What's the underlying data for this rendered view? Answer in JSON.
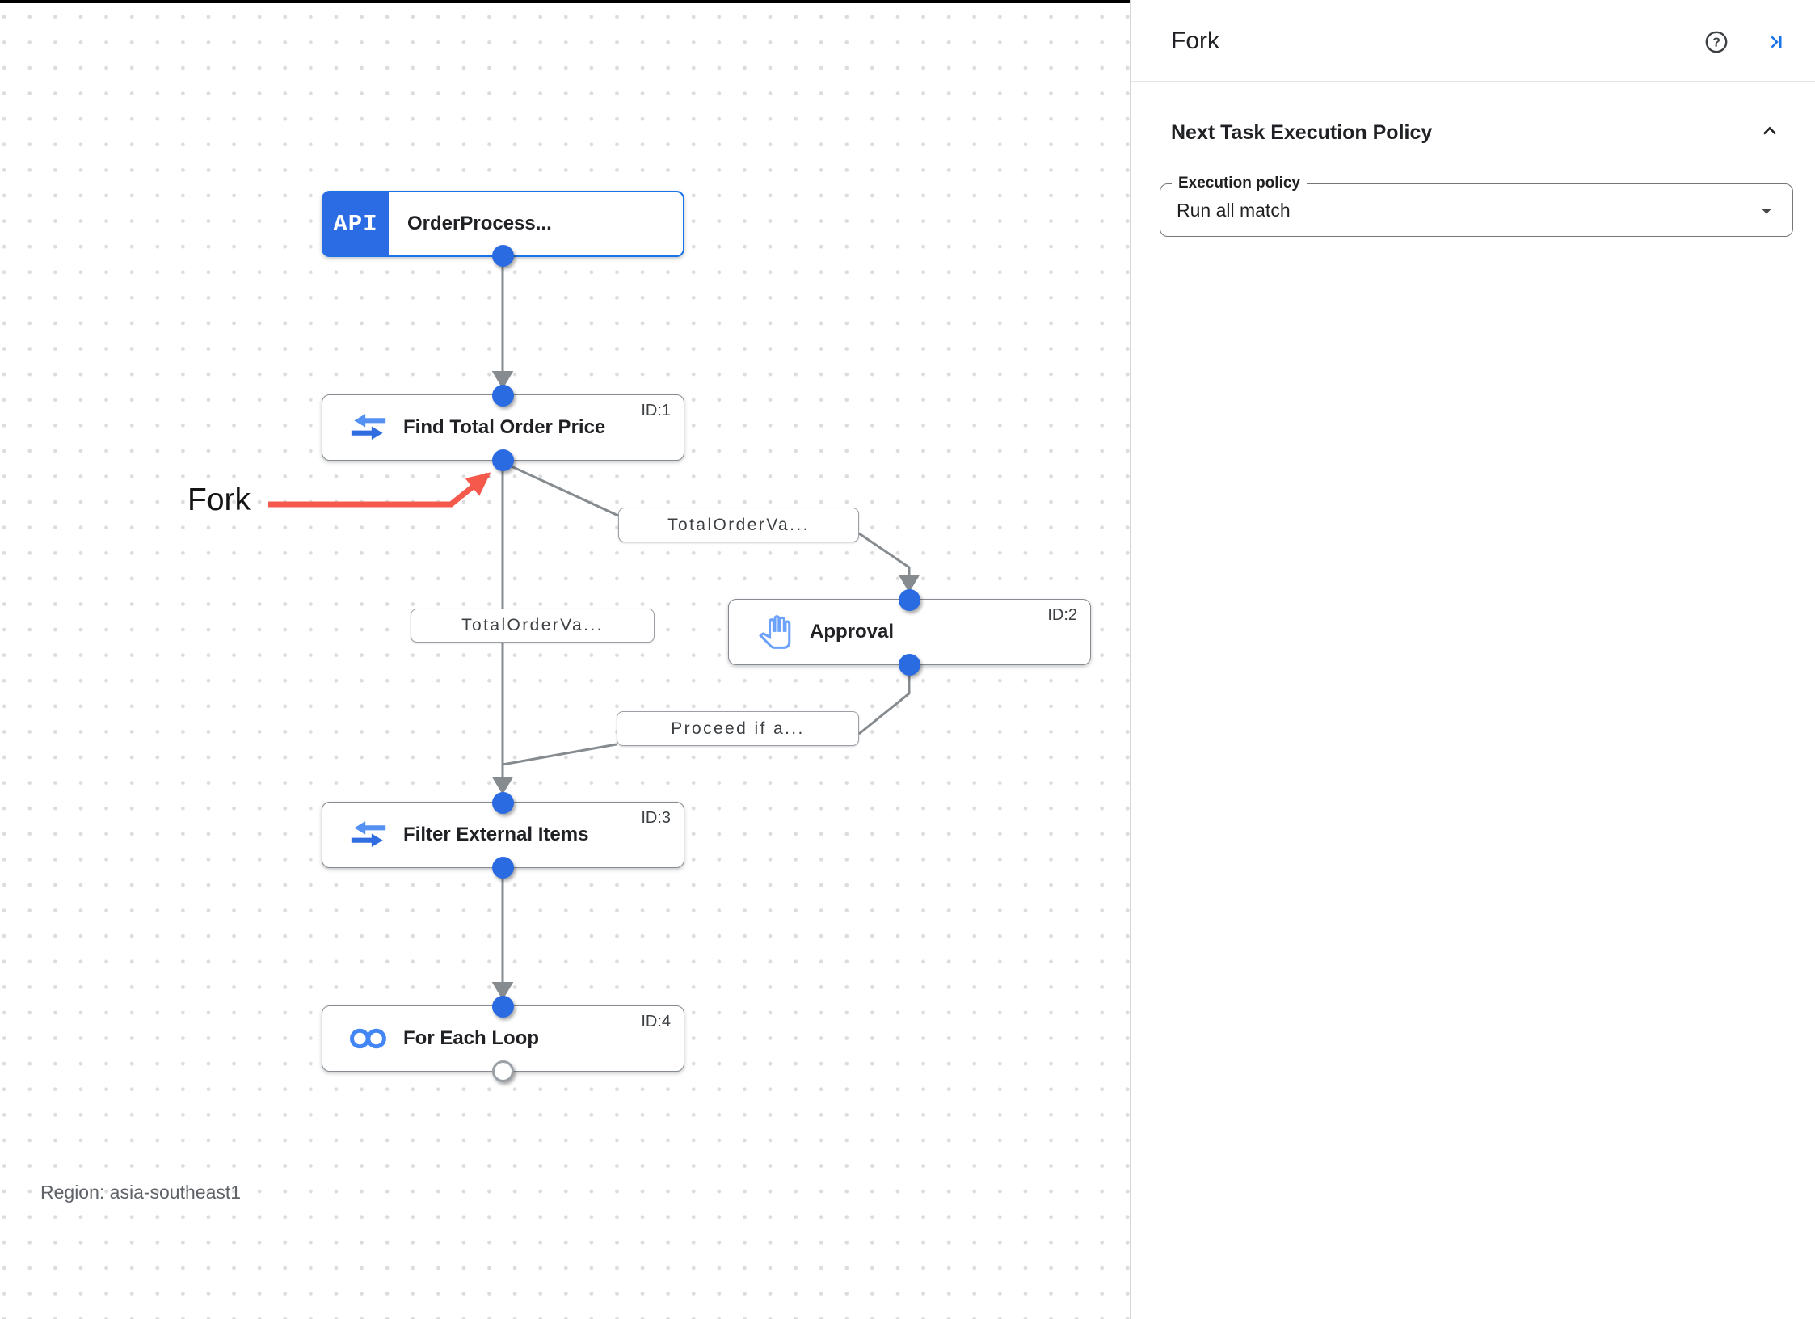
{
  "panel": {
    "title": "Fork",
    "help_icon": "help-circle",
    "collapse_icon": "keyboard-tab",
    "section": {
      "heading": "Next Task Execution Policy",
      "collapse_icon": "chevron-up",
      "execution_policy": {
        "label": "Execution policy",
        "value": "Run all match",
        "caret_icon": "arrow-drop-down"
      }
    }
  },
  "canvas": {
    "region_label": "Region: asia-southeast1",
    "annotation": {
      "label": "Fork"
    },
    "nodes": [
      {
        "key": "order-process",
        "badge": "API",
        "title": "OrderProcess...",
        "id": ""
      },
      {
        "key": "find-total-order-price",
        "icon": "data-mapping",
        "title": "Find Total Order Price",
        "id": "ID:1"
      },
      {
        "key": "approval",
        "icon": "pan-tool-hand",
        "title": "Approval",
        "id": "ID:2"
      },
      {
        "key": "filter-external-items",
        "icon": "data-mapping",
        "title": "Filter External Items",
        "id": "ID:3"
      },
      {
        "key": "for-each-loop",
        "icon": "infinity-loop",
        "title": "For Each Loop",
        "id": "ID:4"
      }
    ],
    "edge_labels": [
      {
        "text": "TotalOrderVa..."
      },
      {
        "text": "TotalOrderVa..."
      },
      {
        "text": "Proceed if a..."
      }
    ],
    "colors": {
      "accent_blue": "#1a73e8",
      "dot_blue": "#2a6be2",
      "connector_gray": "#868b90",
      "annotation_red": "#f4594c"
    }
  }
}
